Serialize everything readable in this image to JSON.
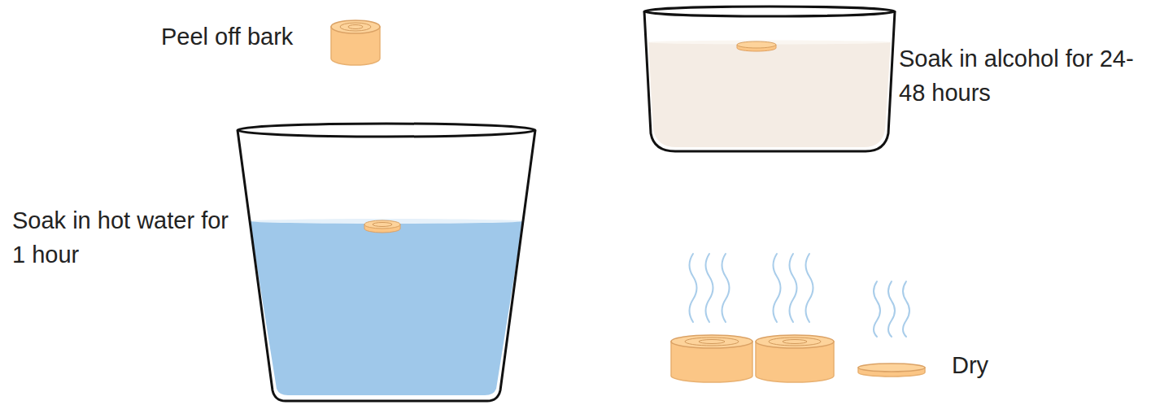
{
  "diagram": {
    "labels": [
      "Peel off bark",
      "Soak in hot water for 1 hour",
      "Soak in alcohol for 24-48 hours",
      "Dry"
    ]
  }
}
